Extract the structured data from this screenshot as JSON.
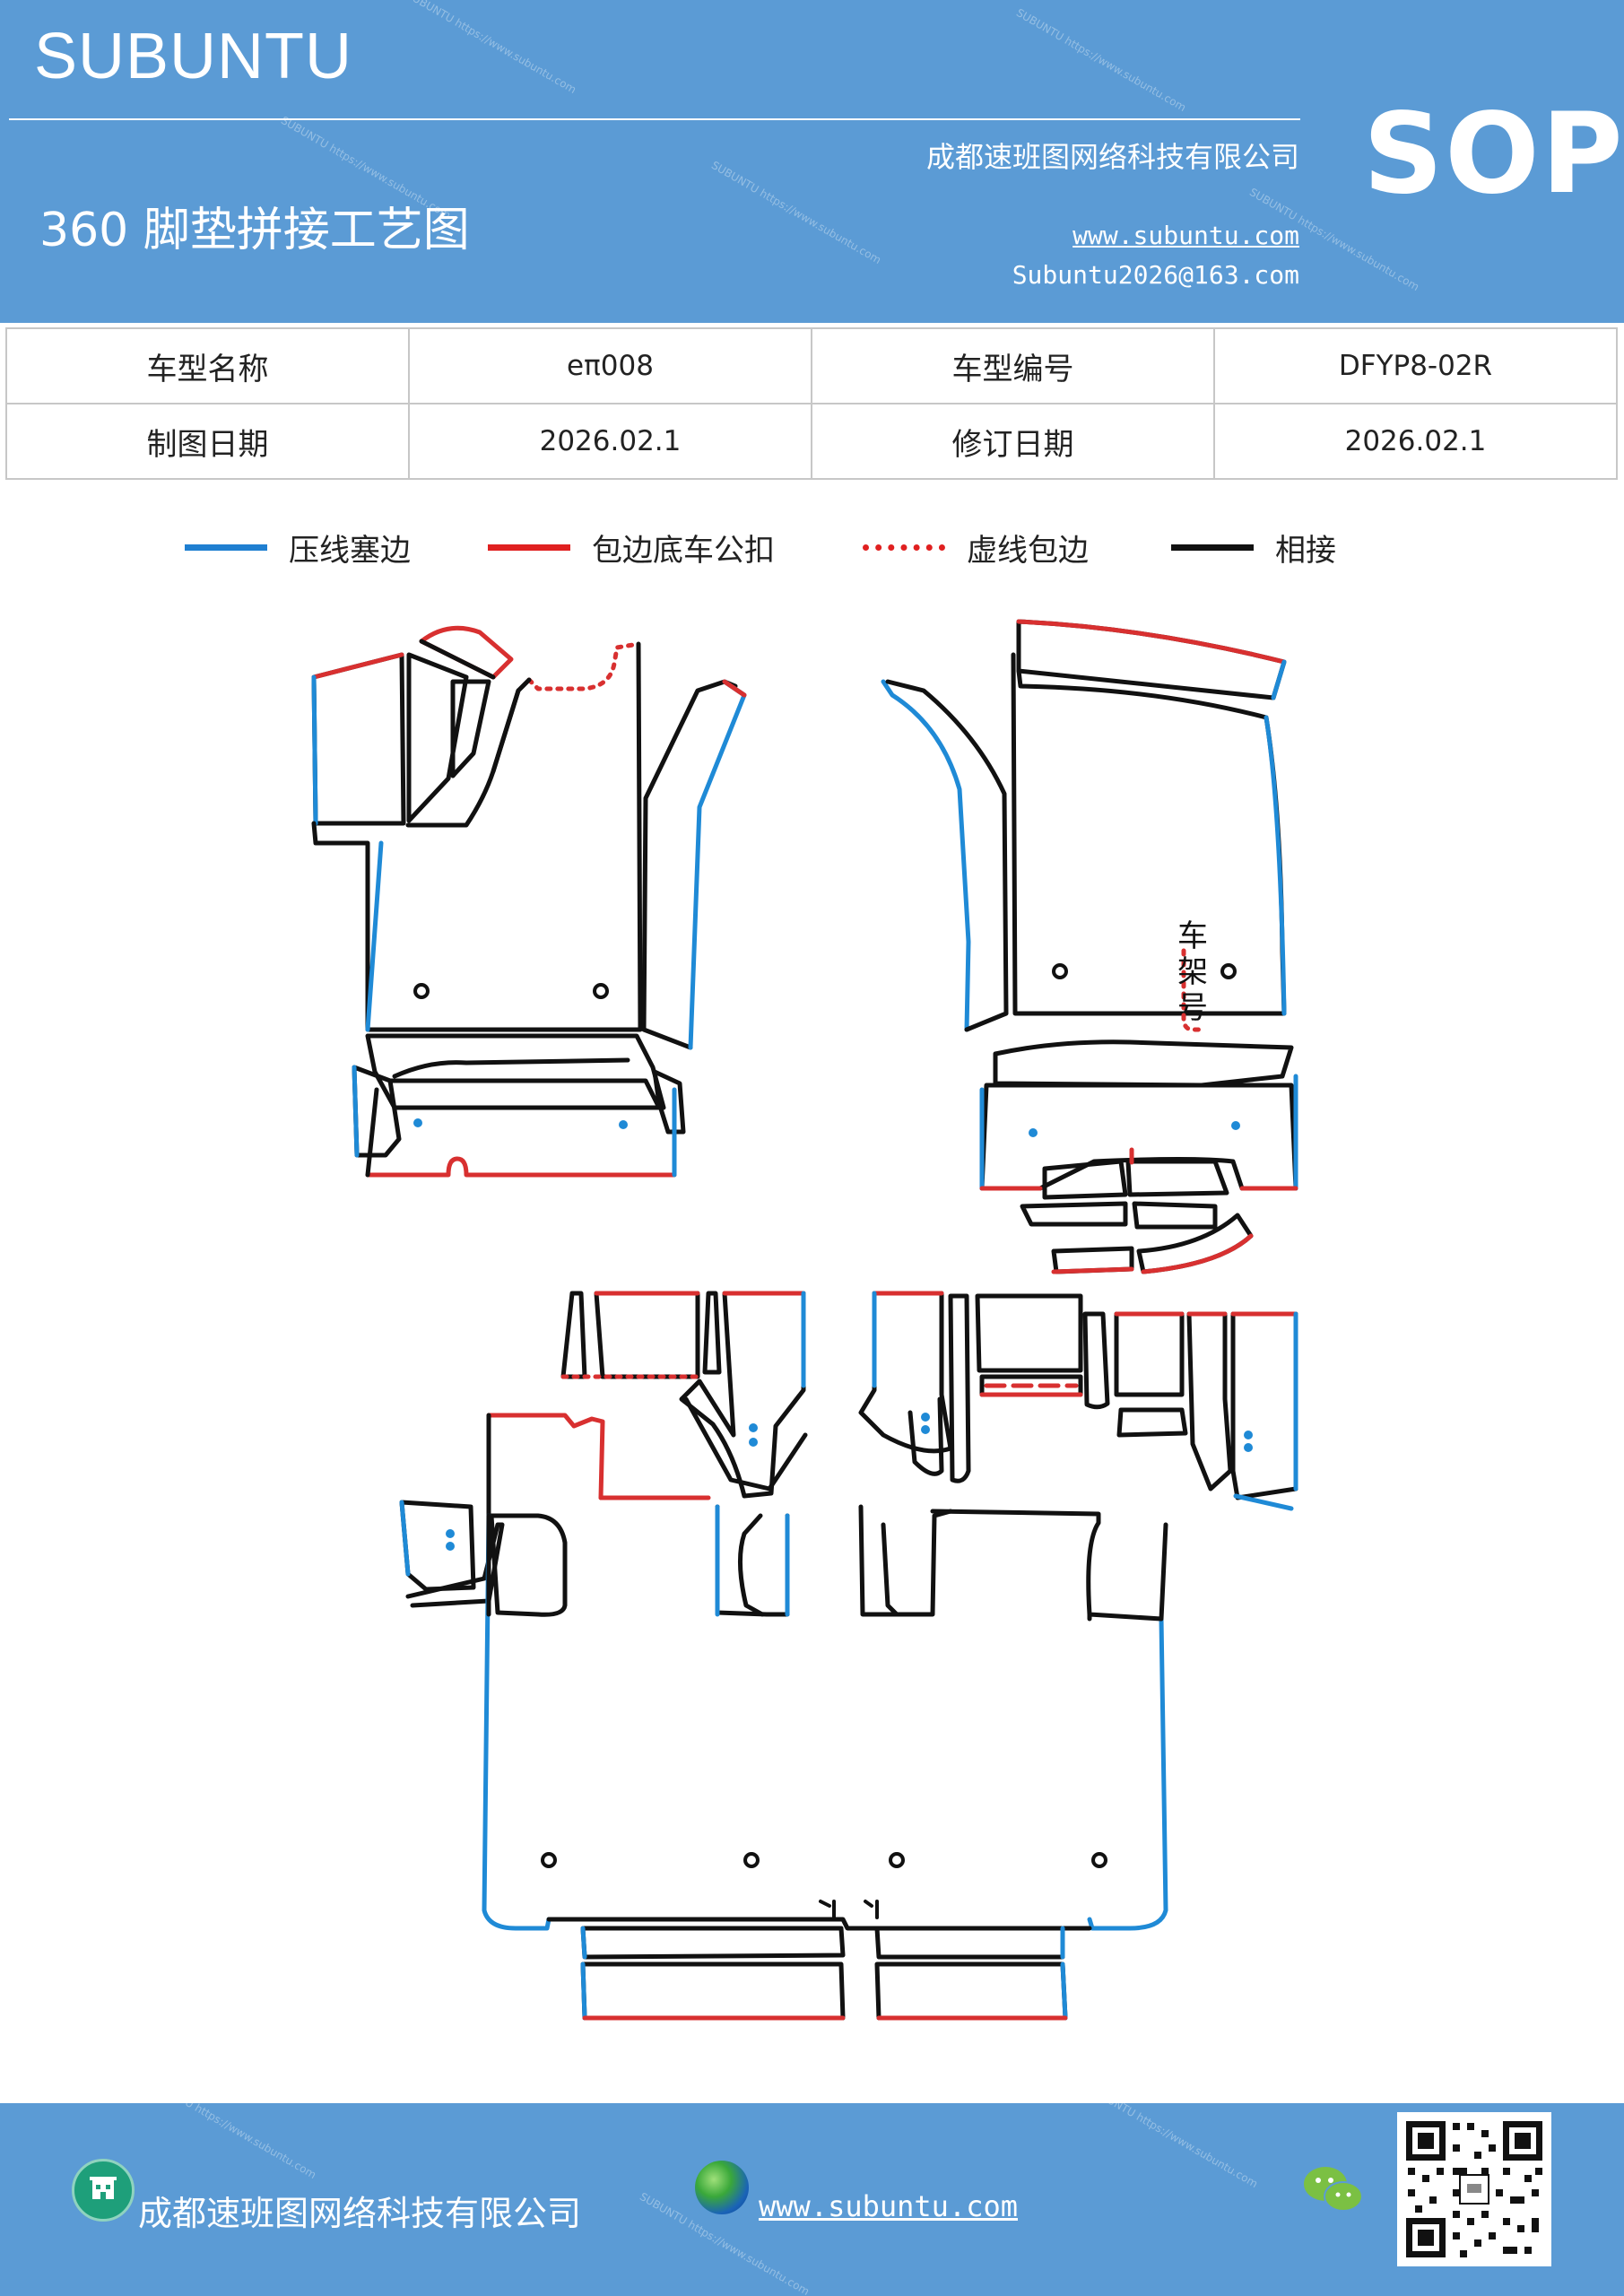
{
  "header": {
    "brand": "SUBUNTU",
    "company": "成都速班图网络科技有限公司",
    "sop": "SOP",
    "title": "360 脚垫拼接工艺图",
    "website": "www.subuntu.com",
    "email": "Subuntu2026@163.com"
  },
  "info_table": {
    "rows": [
      {
        "label1": "车型名称",
        "value1": "eπ008",
        "label2": "车型编号",
        "value2": "DFYP8-02R"
      },
      {
        "label1": "制图日期",
        "value1": "2026.02.1",
        "label2": "修订日期",
        "value2": "2026.02.1"
      }
    ]
  },
  "legend": [
    {
      "label": "压线塞边",
      "color": "#1f7fd1",
      "style": "solid"
    },
    {
      "label": "包边底车公扣",
      "color": "#e02020",
      "style": "solid"
    },
    {
      "label": "虚线包边",
      "color": "#e02020",
      "style": "dotted"
    },
    {
      "label": "相接",
      "color": "#111111",
      "style": "solid"
    }
  ],
  "diagram": {
    "vin_label": [
      "车",
      "架",
      "号"
    ],
    "colors": {
      "blue": "#1f8ad6",
      "red": "#d83030",
      "black": "#111111"
    }
  },
  "footer": {
    "company": "成都速班图网络科技有限公司",
    "website": "www.subuntu.com",
    "icons": [
      "building-icon",
      "globe-icon",
      "wechat-icon",
      "qr-code"
    ]
  }
}
